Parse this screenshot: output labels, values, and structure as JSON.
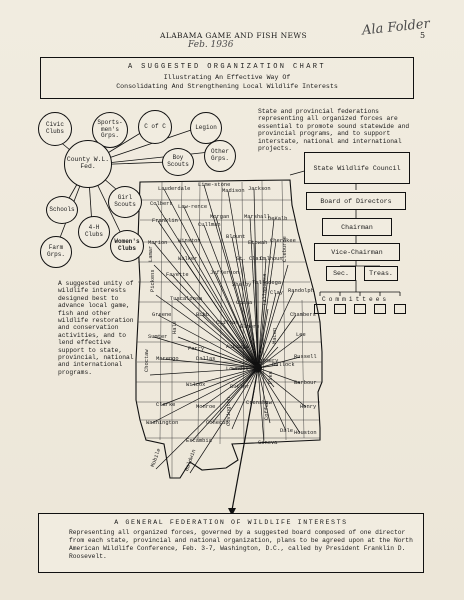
{
  "header": {
    "title": "ALABAMA GAME AND FISH NEWS",
    "page_number": "5",
    "handwritten_date": "Feb. 1936",
    "handwritten_note": "Ala Folder"
  },
  "title_box": {
    "line1": "A SUGGESTED ORGANIZATION CHART",
    "line2": "Illustrating An Effective Way Of",
    "line3": "Consolidating And Strengthening Local Wildlife Interests"
  },
  "federations_text": "State and provincial federations representing all organized forces are essential to promote sound statewide and provincial programs, and to support interstate, national and international projects.",
  "unity_text": "A suggested unity of wildlife interests designed best to advance local game, fish and other wildlife restoration and conservation activities, and to lend effective support to state, provincial, national and international programs.",
  "circles": {
    "county": "County W.L. Fed.",
    "civic": "Civic Clubs",
    "sportsmen": "Sports-men's Grps.",
    "cofc": "C of C",
    "legion": "Legion",
    "boy_scouts": "Boy Scouts",
    "other_grps": "Other Grps.",
    "schools": "Schools",
    "four_h": "4-H Clubs",
    "girl_scouts": "Girl Scouts",
    "womens": "Women's Clubs",
    "farm": "Farm Grps."
  },
  "org": {
    "council": "State Wildlife Council",
    "board": "Board of Directors",
    "chairman": "Chairman",
    "vice": "Vice-Chairman",
    "sec": "Sec.",
    "treas": "Treas.",
    "committees": "Committees"
  },
  "counties": [
    "Lauderdale",
    "Lime-stone",
    "Madison",
    "Jackson",
    "Colbert",
    "Law-rence",
    "Morgan",
    "Marshall",
    "DeKalb",
    "Franklin",
    "Cullman",
    "Marion",
    "Winston",
    "Blount",
    "Etowah",
    "Cherokee",
    "Lamar",
    "Walker",
    "Fayette",
    "St. Clair",
    "Calhoun",
    "Cleburne",
    "Jefferson",
    "Pickens",
    "Tuscaloosa",
    "Shelby",
    "Talladega",
    "Clay",
    "Randolph",
    "Greene",
    "Bibb",
    "Coosa",
    "Tallapoosa",
    "Chambers",
    "Sumter",
    "Hale",
    "Chilton",
    "Elmore",
    "Lee",
    "Perry",
    "Autauga",
    "Marengo",
    "Dallas",
    "Macon",
    "Russell",
    "Lowndes",
    "Montgomery",
    "Bullock",
    "Choctaw",
    "Wilcox",
    "Barbour",
    "Pike",
    "Butler",
    "Clarke",
    "Monroe",
    "Crenshaw",
    "Henry",
    "Washington",
    "Conecuh",
    "Coffee",
    "Dale",
    "Covington",
    "Houston",
    "Escambia",
    "Geneva",
    "Mobile",
    "Baldwin"
  ],
  "footer_box": {
    "title": "A GENERAL FEDERATION OF WILDLIFE INTERESTS",
    "body": "Representing all organized forces, governed by a suggested board composed of one director from each state, provincial and national organization, plans to be agreed upon at the North American Wildlife Conference, Feb. 3-7, Washington, D.C., called by President Franklin D. Roosevelt."
  }
}
